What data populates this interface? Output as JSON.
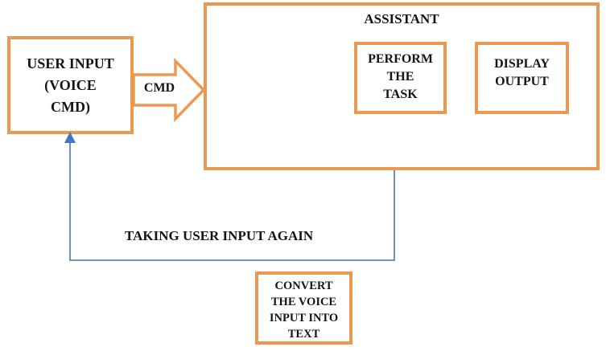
{
  "diagram": {
    "colors": {
      "page_bg": "#ffffff",
      "orange": "#ED9850",
      "blue": "#5B87B9",
      "blue_arrow": "#4377C0",
      "text": "#141414"
    },
    "nodes": {
      "user_input": {
        "lines": [
          "USER INPUT",
          "(VOICE",
          "CMD)"
        ]
      },
      "assistant": {
        "title": "ASSISTANT"
      },
      "perform_task": {
        "lines": [
          "PERFORM",
          "THE",
          "TASK"
        ]
      },
      "display_output": {
        "lines": [
          "DISPLAY",
          "OUTPUT"
        ]
      },
      "convert_voice": {
        "lines": [
          "CONVERT",
          "THE VOICE",
          "INPUT INTO",
          "TEXT"
        ]
      }
    },
    "edges": {
      "cmd_arrow": {
        "label": "CMD"
      },
      "feedback_loop": {
        "label": "TAKING USER INPUT AGAIN"
      }
    }
  }
}
